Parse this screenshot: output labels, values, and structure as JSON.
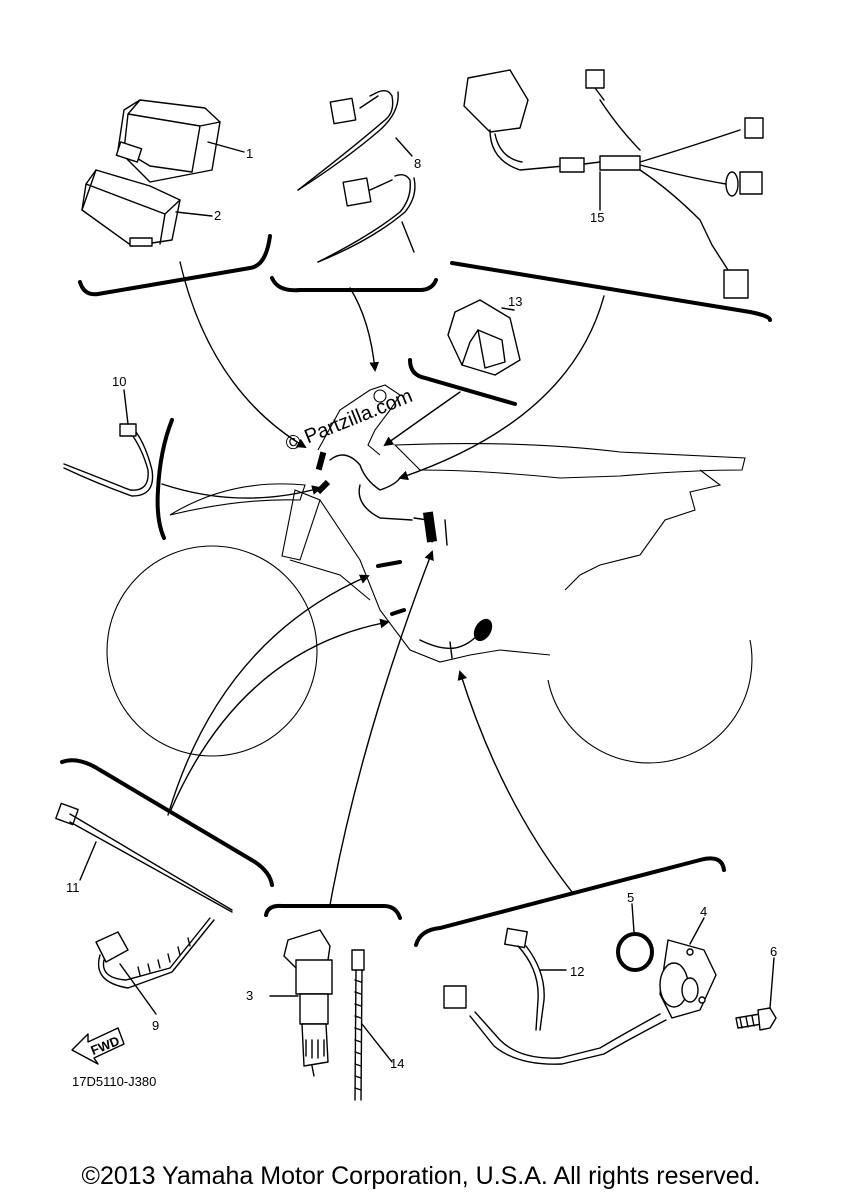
{
  "watermark": "© Partzilla.com",
  "diagram_code": "17D5110-J380",
  "fwd_label": "FWD",
  "footer": "©2013 Yamaha Motor Corporation, U.S.A. All rights reserved.",
  "callouts": {
    "c1": "1",
    "c2": "2",
    "c3": "3",
    "c4": "4",
    "c5": "5",
    "c6": "6",
    "c8": "8",
    "c9": "9",
    "c10": "10",
    "c11": "11",
    "c12": "12",
    "c13": "13",
    "c14": "14",
    "c15": "15"
  }
}
